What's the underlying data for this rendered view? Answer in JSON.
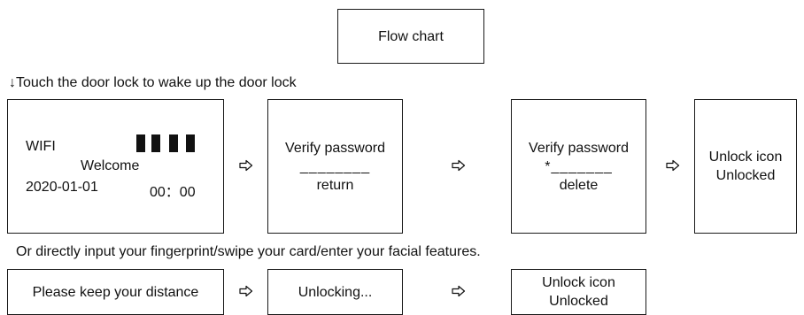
{
  "title": "Flow chart",
  "captions": {
    "step1": "Touch the door lock to wake up the door lock",
    "step1_arrow": "↓",
    "step2": "Or directly input your fingerprint/swipe your card/enter your facial features."
  },
  "screen1": {
    "wifi_label": "WIFI",
    "welcome": "Welcome",
    "date": "2020-01-01",
    "time": "00：00",
    "signal_bars": 4
  },
  "screen2": {
    "line1": "Verify password",
    "line2": "________",
    "line3": "return"
  },
  "screen3": {
    "line1": "Verify password",
    "line2": "*_______",
    "line3": "delete"
  },
  "screen4": {
    "line1": "Unlock icon",
    "line2": "Unlocked"
  },
  "row2": {
    "box1": "Please keep your distance",
    "box2": "Unlocking...",
    "box3_line1": "Unlock icon",
    "box3_line2": "Unlocked"
  },
  "icons": {
    "arrow": "right-hollow-arrow-icon",
    "caption_arrow": "down-arrow-icon"
  }
}
